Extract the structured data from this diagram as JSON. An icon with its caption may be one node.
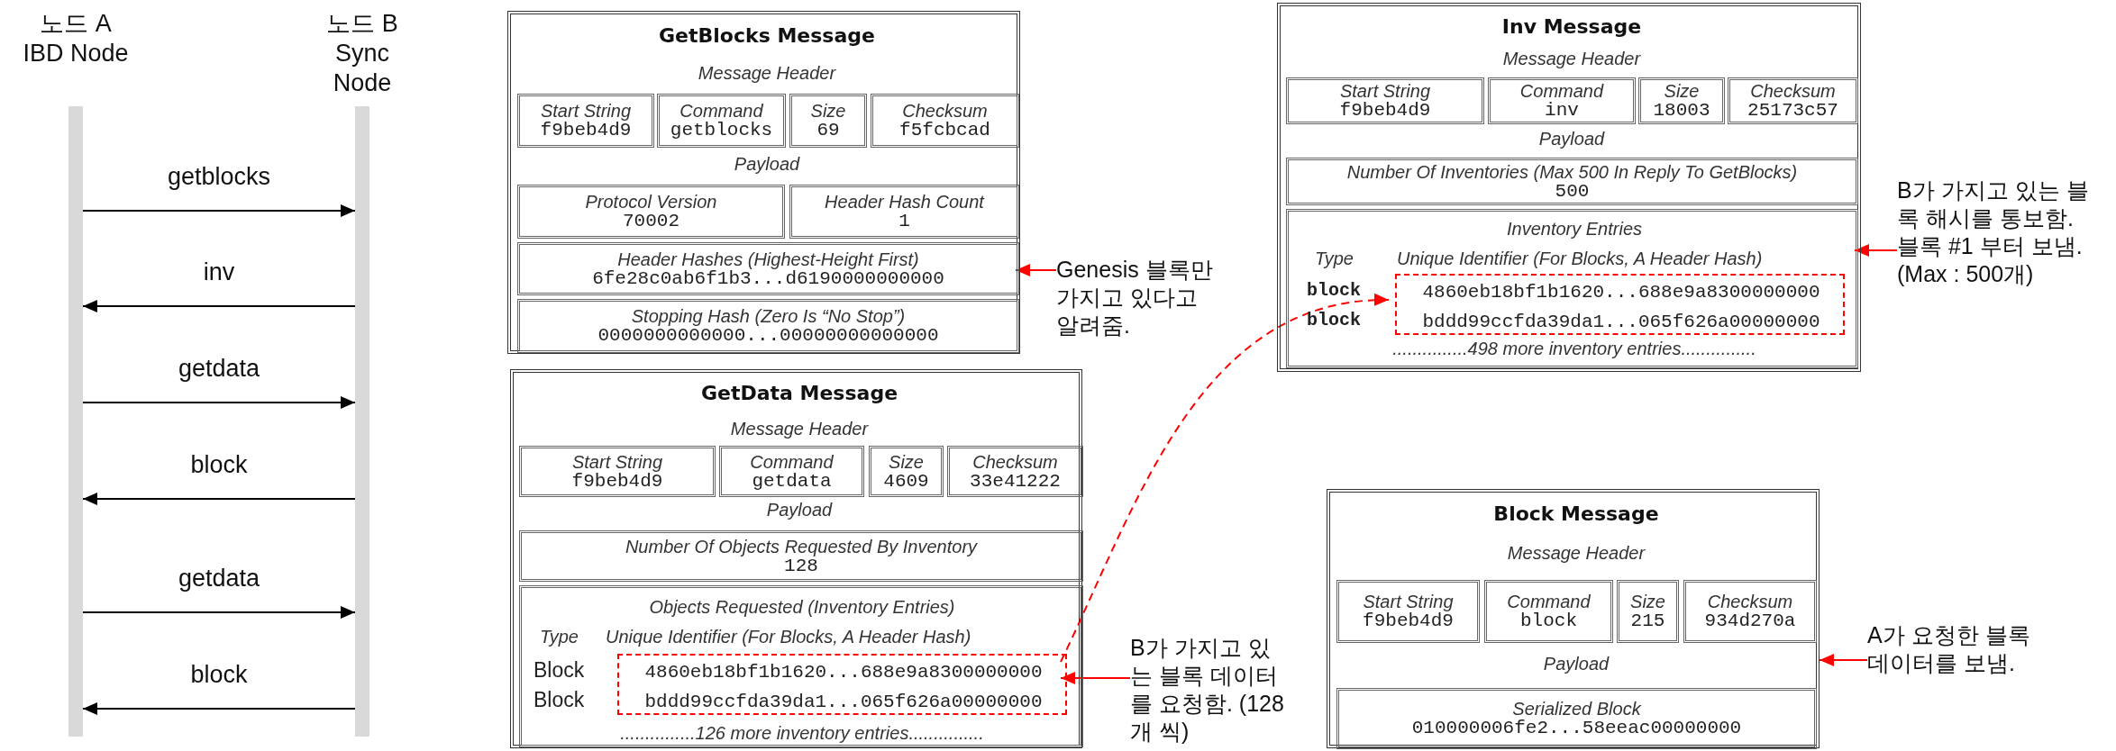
{
  "diagram": {
    "nodes": [
      {
        "text": [
          "노드 A IBD Node"
        ]
      },
      {
        "text": [
          "노드 B Sync Node"
        ]
      },
      {
        "text": [
          "GetBlocks Message",
          "Message Header",
          "Payload"
        ]
      },
      {
        "text": [
          "Start String",
          "f9beb4d9"
        ],
        "in": 2
      },
      {
        "text": [
          "Command",
          "getblocks"
        ],
        "in": 2
      },
      {
        "text": [
          "Size",
          "69"
        ],
        "in": 2
      },
      {
        "text": [
          "Checksum",
          "f5fcbcad"
        ],
        "in": 2
      },
      {
        "text": [
          "Protocol Version",
          "70002"
        ],
        "in": 2
      },
      {
        "text": [
          "Header Hash Count",
          "1"
        ],
        "in": 2
      },
      {
        "text": [
          "Header Hashes (Highest-Height First)",
          "6fe28c0ab6f1b3...d6190000000000"
        ],
        "in": 2
      },
      {
        "text": [
          "Stopping Hash (Zero Is “No Stop”)",
          "0000000000000...00000000000000"
        ],
        "in": 2
      },
      {
        "text": [
          "Genesis 블록만 가지고 있다고 알려줌."
        ]
      },
      {
        "text": [
          "GetData Message",
          "Message Header",
          "Payload"
        ]
      },
      {
        "text": [
          "Start String",
          "f9beb4d9"
        ],
        "in": 12
      },
      {
        "text": [
          "Command",
          "getdata"
        ],
        "in": 12
      },
      {
        "text": [
          "Size",
          "4609"
        ],
        "in": 12
      },
      {
        "text": [
          "Checksum",
          "33e41222"
        ],
        "in": 12
      },
      {
        "text": [
          "Number Of Objects Requested By Inventory",
          "128"
        ],
        "in": 12
      },
      {
        "text": [
          "Objects Requested (Inventory Entries)",
          "Type",
          "Unique Identifier (For Blocks, A Header Hash)",
          "Block",
          "Block",
          "...............126 more inventory entries..............."
        ],
        "in": 12
      },
      {
        "text": [
          "4860eb18bf1b1620...688e9a8300000000",
          "bddd99ccfda39da1...065f626a00000000"
        ],
        "in": 18
      },
      {
        "text": [
          "B가 가지고 있는 블록 데이터를 요청함. (128개 씩)"
        ]
      },
      {
        "text": [
          "Inv Message",
          "Message Header",
          "Payload"
        ]
      },
      {
        "text": [
          "Start String",
          "f9beb4d9"
        ],
        "in": 21
      },
      {
        "text": [
          "Command",
          "inv"
        ],
        "in": 21
      },
      {
        "text": [
          "Size",
          "18003"
        ],
        "in": 21
      },
      {
        "text": [
          "Checksum",
          "25173c57"
        ],
        "in": 21
      },
      {
        "text": [
          "Number Of Inventories (Max 500 In Reply To GetBlocks)",
          "500"
        ],
        "in": 21
      },
      {
        "text": [
          "Inventory Entries",
          "Type",
          "Unique Identifier (For Blocks, A Header Hash)",
          "block",
          "block",
          "...............498 more inventory entries..............."
        ],
        "in": 21
      },
      {
        "text": [
          "4860eb18bf1b1620...688e9a8300000000",
          "bddd99ccfda39da1...065f626a00000000"
        ],
        "in": 27
      },
      {
        "text": [
          "B가 가지고 있는 블록 해시를 통보함. 블록 #1 부터 보냄. (Max : 500개)"
        ]
      },
      {
        "text": [
          "Block Message",
          "Message Header",
          "Payload"
        ]
      },
      {
        "text": [
          "Start String",
          "f9beb4d9"
        ],
        "in": 30
      },
      {
        "text": [
          "Command",
          "block"
        ],
        "in": 30
      },
      {
        "text": [
          "Size",
          "215"
        ],
        "in": 30
      },
      {
        "text": [
          "Checksum",
          "934d270a"
        ],
        "in": 30
      },
      {
        "text": [
          "Serialized Block",
          "010000006fe2...58eeac00000000"
        ],
        "in": 30
      },
      {
        "text": [
          "A가 요청한 블록 데이터를 보냄."
        ]
      }
    ],
    "edges": [
      {
        "from": 0,
        "to": 1,
        "arrow": "to",
        "label": "getblocks"
      },
      {
        "from": 1,
        "to": 0,
        "arrow": "to",
        "label": "inv"
      },
      {
        "from": 0,
        "to": 1,
        "arrow": "to",
        "label": "getdata"
      },
      {
        "from": 1,
        "to": 0,
        "arrow": "to",
        "label": "block"
      },
      {
        "from": 0,
        "to": 1,
        "arrow": "to",
        "label": "getdata"
      },
      {
        "from": 1,
        "to": 0,
        "arrow": "to",
        "label": "block"
      },
      {
        "from": 11,
        "to": 9,
        "arrow": "to",
        "color": "#ff0000"
      },
      {
        "from": 20,
        "to": 19,
        "arrow": "to",
        "color": "#ff0000"
      },
      {
        "from": 29,
        "to": 27,
        "arrow": "to",
        "color": "#ff0000"
      },
      {
        "from": 36,
        "to": 30,
        "arrow": "to",
        "color": "#ff0000"
      },
      {
        "from": 19,
        "to": 28,
        "arrow": "to",
        "style": "dashed",
        "color": "#ff0000"
      }
    ]
  }
}
